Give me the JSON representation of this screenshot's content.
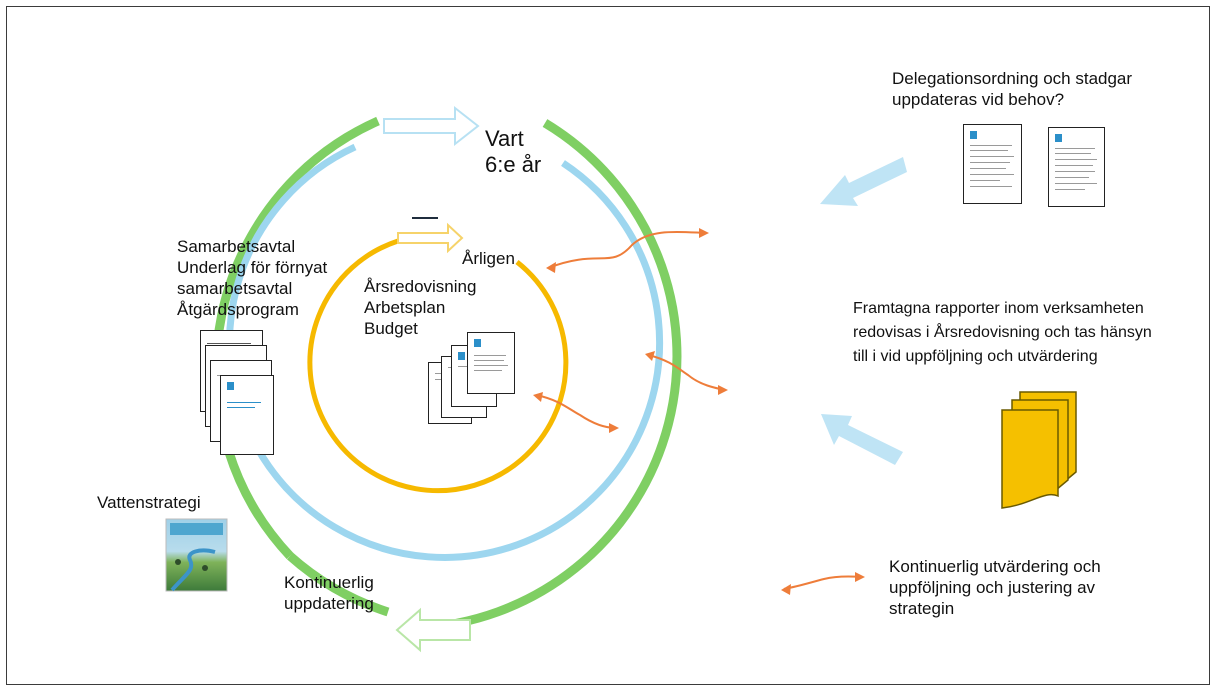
{
  "labels": {
    "every_six_years": "Vart\n6:e år",
    "yearly": "Årligen",
    "yearly_docs": "Årsredovisning\nArbetsplan\nBudget",
    "agreement_docs": "Samarbetsavtal\nUnderlag för förnyat\nsamarbetsavtal\nÅtgärdsprogram",
    "water_strategy": "Vattenstrategi",
    "continuous_update": "Kontinuerlig\nuppdatering",
    "delegation": "Delegationsordning och stadgar\nuppdateras vid behov?",
    "reports": "Framtagna rapporter inom verksamheten\nredovisas i Årsredovisning och tas hänsyn\ntill i vid uppföljning och utvärdering",
    "legend_text": "Kontinuerlig utvärdering och\nuppföljning och justering av\nstrategin"
  },
  "colors": {
    "outer_ring": "#7fcf63",
    "middle_ring": "#9dd6ef",
    "inner_ring": "#f6b900",
    "connector": "#ee7d3a",
    "big_arrow": "#bfe4f5",
    "folder_fill": "#f5c000",
    "folder_stroke": "#6a5a00"
  },
  "icons": {
    "cycle_arrow": "block-arrow-outline",
    "connector": "double-headed-curved-arrow",
    "input": "block-arrow-filled",
    "reports": "folder-stack-icon",
    "documents": "document-stack-icon",
    "cover": "water-strategy-cover-image"
  }
}
